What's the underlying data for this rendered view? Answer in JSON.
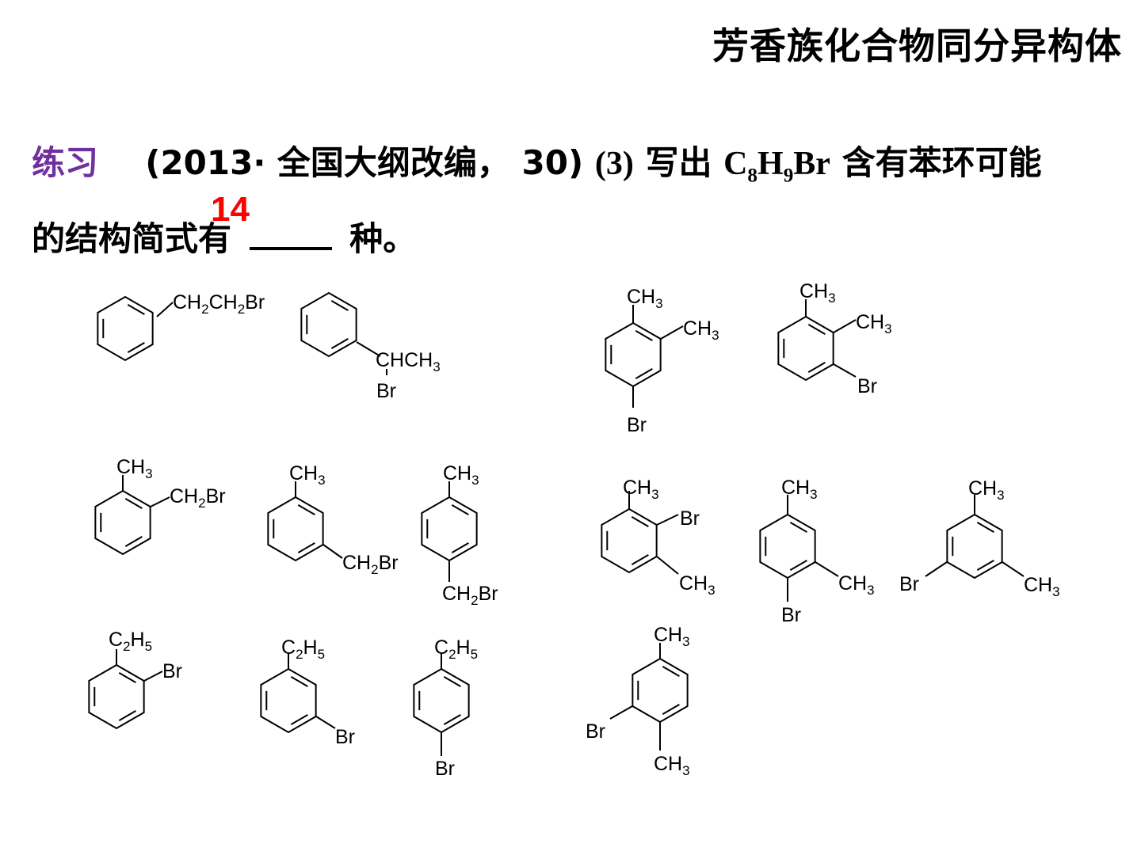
{
  "slide": {
    "title": "芳香族化合物同分异构体",
    "question": {
      "keyword": "练习",
      "source": "(2013· 全国大纲改编， 30)",
      "part": "(3)",
      "text1": "写出",
      "formula": {
        "c": "C",
        "c_sub": "8",
        "h": "H",
        "h_sub": "9",
        "br": "Br"
      },
      "text2": "含有苯环可能",
      "line2_prefix": "的结构简式有",
      "line2_suffix": "种。",
      "answer": "14"
    }
  },
  "structures": [
    {
      "id": "s1",
      "labels": [
        [
          "CH",
          "2",
          "CH",
          "2",
          "Br"
        ]
      ]
    },
    {
      "id": "s2",
      "labels": [
        [
          "CHCH",
          "3"
        ],
        [
          "Br"
        ]
      ]
    },
    {
      "id": "s3",
      "labels": [
        [
          "CH",
          "3"
        ],
        [
          "CH",
          "3"
        ],
        [
          "Br"
        ]
      ]
    },
    {
      "id": "s4",
      "labels": [
        [
          "CH",
          "3"
        ],
        [
          "CH",
          "3"
        ],
        [
          "Br"
        ]
      ]
    },
    {
      "id": "s5",
      "labels": [
        [
          "CH",
          "3"
        ],
        [
          "CH",
          "2",
          "Br"
        ]
      ]
    },
    {
      "id": "s6",
      "labels": [
        [
          "CH",
          "3"
        ],
        [
          "CH",
          "2",
          "Br"
        ]
      ]
    },
    {
      "id": "s7",
      "labels": [
        [
          "CH",
          "3"
        ],
        [
          "CH",
          "2",
          "Br"
        ]
      ]
    },
    {
      "id": "s8",
      "labels": [
        [
          "CH",
          "3"
        ],
        [
          "Br"
        ],
        [
          "CH",
          "3"
        ]
      ]
    },
    {
      "id": "s9",
      "labels": [
        [
          "CH",
          "3"
        ],
        [
          "CH",
          "3"
        ],
        [
          "Br"
        ]
      ]
    },
    {
      "id": "s10",
      "labels": [
        [
          "CH",
          "3"
        ],
        [
          "Br"
        ],
        [
          "CH",
          "3"
        ]
      ]
    },
    {
      "id": "s11",
      "labels": [
        [
          "C",
          "2",
          "H",
          "5"
        ],
        [
          "Br"
        ]
      ]
    },
    {
      "id": "s12",
      "labels": [
        [
          "C",
          "2",
          "H",
          "5"
        ],
        [
          "Br"
        ]
      ]
    },
    {
      "id": "s13",
      "labels": [
        [
          "C",
          "2",
          "H",
          "5"
        ],
        [
          "Br"
        ]
      ]
    },
    {
      "id": "s14",
      "labels": [
        [
          "CH",
          "3"
        ],
        [
          "Br"
        ],
        [
          "CH",
          "3"
        ]
      ]
    }
  ]
}
